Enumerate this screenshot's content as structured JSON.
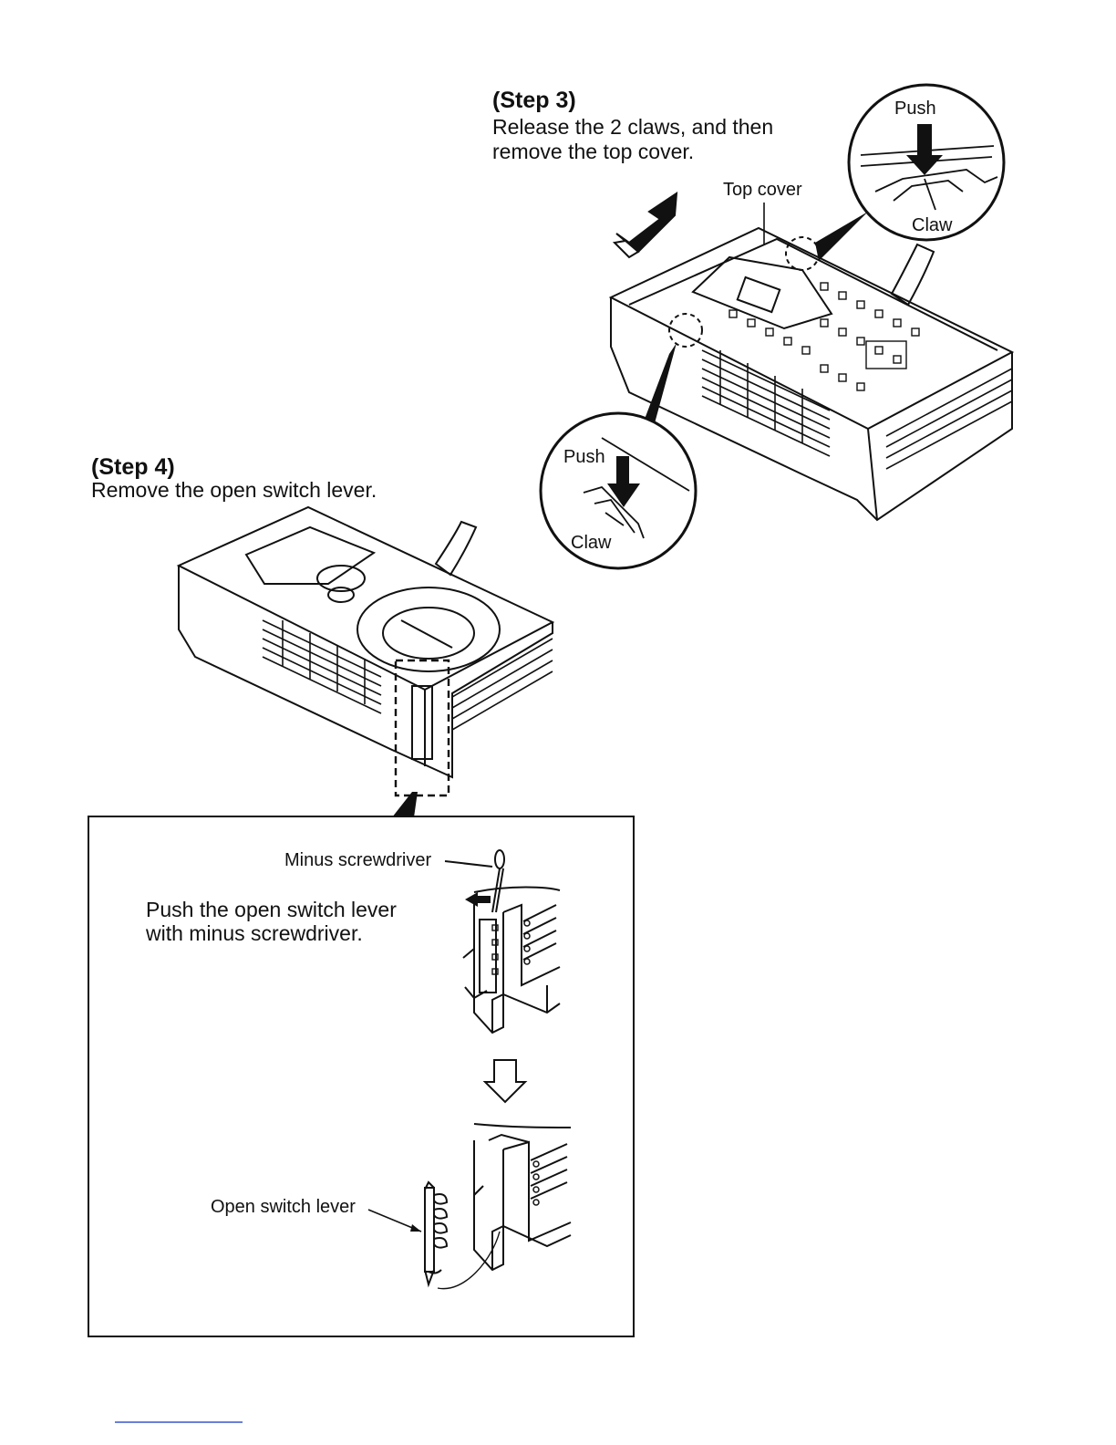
{
  "step3": {
    "title": "(Step 3)",
    "line1": "Release the 2 claws, and then",
    "line2": "remove the top cover.",
    "label_push_top": "Push",
    "label_claw_top": "Claw",
    "label_top_cover": "Top cover",
    "label_push_bottom": "Push",
    "label_claw_bottom": "Claw"
  },
  "step4": {
    "title": "(Step 4)",
    "line1": "Remove the open switch lever.",
    "inset": {
      "label_screwdriver": "Minus screwdriver",
      "instruction_line1": "Push the open switch lever",
      "instruction_line2": "with minus screwdriver.",
      "label_open_switch_lever": "Open switch lever"
    }
  },
  "colors": {
    "ink": "#111111",
    "link": "#6b7fd8"
  }
}
